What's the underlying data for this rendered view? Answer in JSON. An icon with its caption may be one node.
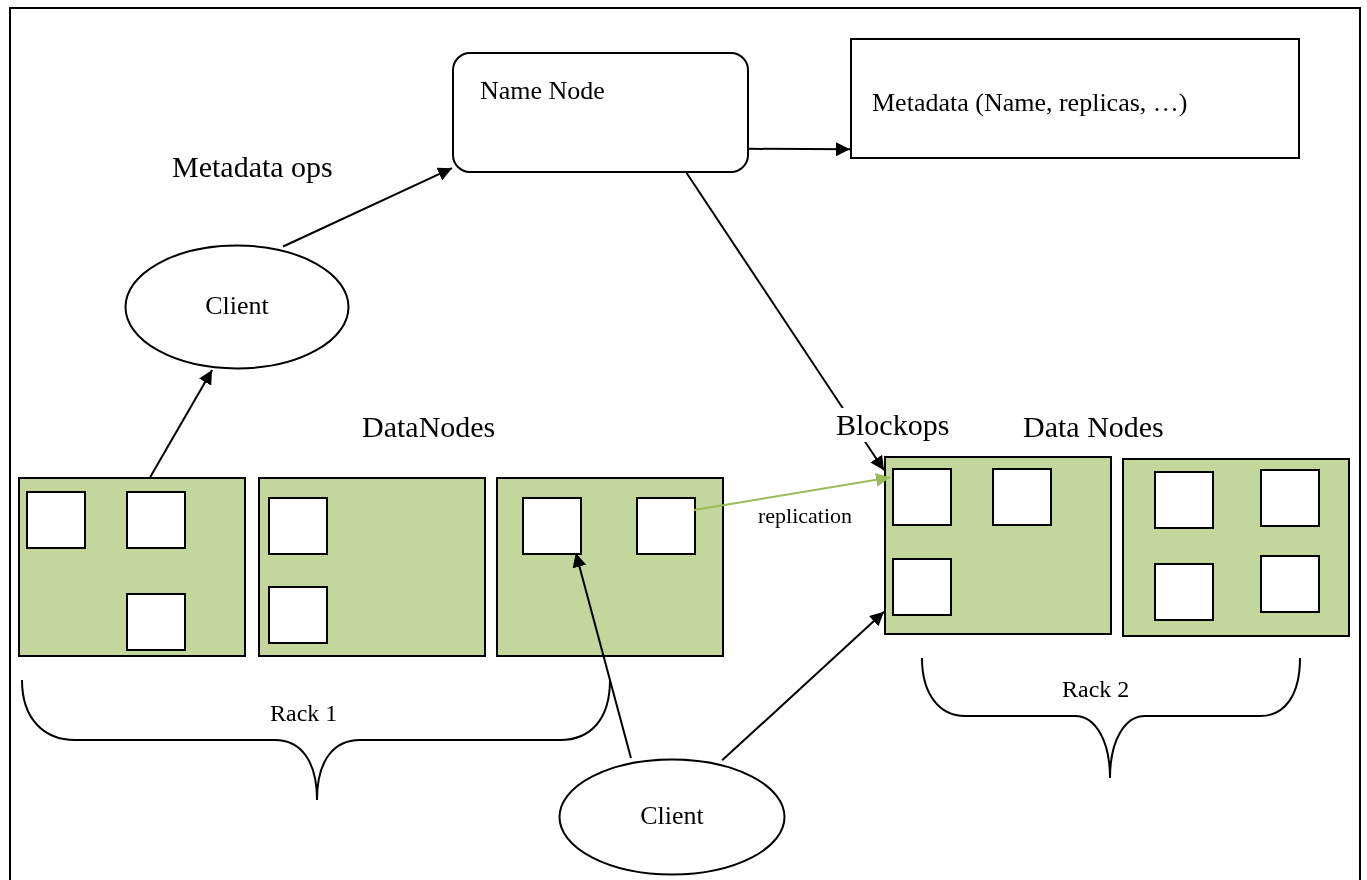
{
  "diagram": {
    "nodes": [
      {
        "text": [
          "Name Node"
        ]
      },
      {
        "text": [
          "Metadata (Name, replicas, …)"
        ]
      },
      {
        "text": [
          "Client"
        ]
      },
      {
        "text": [],
        "shape": "box"
      },
      {
        "text": [],
        "shape": "box",
        "in": 3
      },
      {
        "text": [],
        "shape": "box",
        "in": 3
      },
      {
        "text": [],
        "shape": "box",
        "in": 3
      },
      {
        "text": [],
        "shape": "box"
      },
      {
        "text": [],
        "shape": "box",
        "in": 7
      },
      {
        "text": [],
        "shape": "box",
        "in": 7
      },
      {
        "text": [],
        "shape": "box"
      },
      {
        "text": [],
        "shape": "box",
        "in": 10
      },
      {
        "text": [],
        "shape": "box",
        "in": 10
      },
      {
        "text": [],
        "shape": "box"
      },
      {
        "text": [],
        "shape": "box",
        "in": 13
      },
      {
        "text": [],
        "shape": "box",
        "in": 13
      },
      {
        "text": [],
        "shape": "box",
        "in": 13
      },
      {
        "text": [],
        "shape": "box"
      },
      {
        "text": [],
        "shape": "box",
        "in": 17
      },
      {
        "text": [],
        "shape": "box",
        "in": 17
      },
      {
        "text": [],
        "shape": "box",
        "in": 17
      },
      {
        "text": [],
        "shape": "box",
        "in": 17
      },
      {
        "text": [
          "Client"
        ]
      }
    ],
    "edges": [
      {
        "from": 2,
        "to": 0,
        "arrow": "to",
        "label": "Metadata ops"
      },
      {
        "from": 0,
        "to": 1,
        "arrow": "to"
      },
      {
        "from": 0,
        "to": 13,
        "arrow": "to",
        "label": "Blockops"
      },
      {
        "from": 3,
        "to": 2,
        "arrow": "to"
      },
      {
        "from": 12,
        "to": 14,
        "arrow": "to",
        "label": "replication",
        "color": "#9bbb59"
      },
      {
        "from": 22,
        "to": 11,
        "arrow": "to"
      },
      {
        "from": 22,
        "to": 13,
        "arrow": "to"
      }
    ],
    "labels": [
      "DataNodes",
      "Data Nodes",
      "Rack 1",
      "Rack 2"
    ]
  }
}
